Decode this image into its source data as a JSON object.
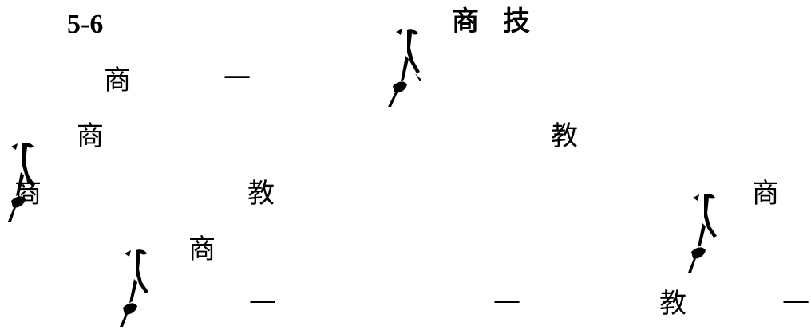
{
  "header": {
    "section_number": "5-6",
    "title_char_1": "商",
    "title_char_2": "技"
  },
  "glyphs": {
    "row1_a": "商",
    "row1_b": "一",
    "row2_a": "商",
    "row2_b": "教",
    "row3_a": "商",
    "row3_b": "教",
    "row3_c": "商",
    "row4_a": "商",
    "row5_a": "一",
    "row5_b": "一",
    "row5_c": "教",
    "row5_d": "一"
  },
  "icons": {
    "mark_1": "ink-figure-icon",
    "mark_2": "ink-figure-icon",
    "mark_3": "ink-figure-icon",
    "mark_4": "ink-figure-icon"
  },
  "colors": {
    "text": "#000000",
    "background": "#ffffff"
  }
}
